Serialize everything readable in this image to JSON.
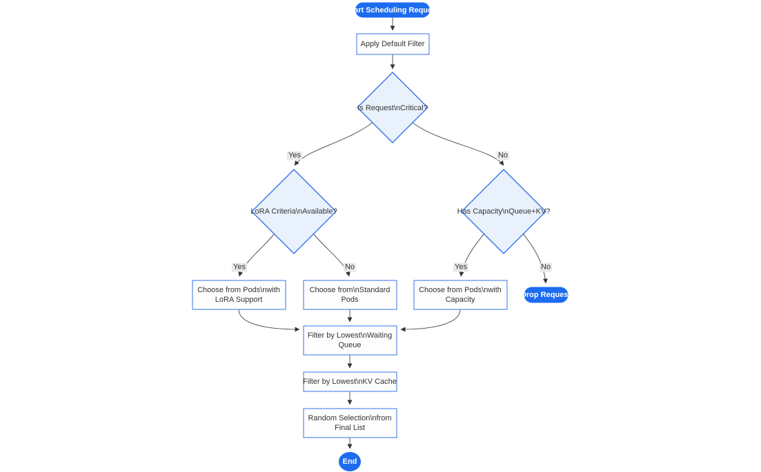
{
  "diagram": {
    "type": "flowchart",
    "nodes": {
      "start": {
        "label": "Start Scheduling Request",
        "shape": "pill"
      },
      "apply_default_filter": {
        "label": "Apply Default Filter",
        "shape": "rect"
      },
      "is_request_critical": {
        "label": "Is Request\\nCritical?",
        "shape": "diamond"
      },
      "lora_criteria_available": {
        "label": "LoRA Criteria\\nAvailable?",
        "shape": "diamond"
      },
      "has_capacity_queue_kv": {
        "label": "Has Capacity\\nQueue+KV?",
        "shape": "diamond"
      },
      "choose_pods_lora": {
        "label": "Choose from Pods\\nwith LoRA Support",
        "shape": "rect",
        "lines": [
          "Choose from Pods\\nwith",
          "LoRA Support"
        ]
      },
      "choose_standard_pods": {
        "label": "Choose from\\nStandard Pods",
        "shape": "rect",
        "lines": [
          "Choose from\\nStandard",
          "Pods"
        ]
      },
      "choose_pods_capacity": {
        "label": "Choose from Pods\\nwith Capacity",
        "shape": "rect",
        "lines": [
          "Choose from Pods\\nwith",
          "Capacity"
        ]
      },
      "drop_request": {
        "label": "Drop Request",
        "shape": "pill"
      },
      "filter_waiting_queue": {
        "label": "Filter by Lowest\\nWaiting Queue",
        "shape": "rect",
        "lines": [
          "Filter by Lowest\\nWaiting",
          "Queue"
        ]
      },
      "filter_kv_cache": {
        "label": "Filter by Lowest\\nKV Cache",
        "shape": "rect"
      },
      "random_selection": {
        "label": "Random Selection\\nfrom Final List",
        "shape": "rect",
        "lines": [
          "Random Selection\\nfrom",
          "Final List"
        ]
      },
      "end": {
        "label": "End",
        "shape": "circle"
      }
    },
    "edge_labels": {
      "critical_yes": "Yes",
      "critical_no": "No",
      "lora_yes": "Yes",
      "lora_no": "No",
      "capacity_yes": "Yes",
      "capacity_no": "No"
    },
    "edges": [
      {
        "from": "start",
        "to": "apply_default_filter"
      },
      {
        "from": "apply_default_filter",
        "to": "is_request_critical"
      },
      {
        "from": "is_request_critical",
        "to": "lora_criteria_available",
        "label": "Yes"
      },
      {
        "from": "is_request_critical",
        "to": "has_capacity_queue_kv",
        "label": "No"
      },
      {
        "from": "lora_criteria_available",
        "to": "choose_pods_lora",
        "label": "Yes"
      },
      {
        "from": "lora_criteria_available",
        "to": "choose_standard_pods",
        "label": "No"
      },
      {
        "from": "has_capacity_queue_kv",
        "to": "choose_pods_capacity",
        "label": "Yes"
      },
      {
        "from": "has_capacity_queue_kv",
        "to": "drop_request",
        "label": "No"
      },
      {
        "from": "choose_pods_lora",
        "to": "filter_waiting_queue"
      },
      {
        "from": "choose_standard_pods",
        "to": "filter_waiting_queue"
      },
      {
        "from": "choose_pods_capacity",
        "to": "filter_waiting_queue"
      },
      {
        "from": "filter_waiting_queue",
        "to": "filter_kv_cache"
      },
      {
        "from": "filter_kv_cache",
        "to": "random_selection"
      },
      {
        "from": "random_selection",
        "to": "end"
      }
    ],
    "colors": {
      "accent_blue": "#1d6cf0",
      "node_border_blue": "#3572e8",
      "decision_fill": "#e9f2fc",
      "edge_line": "#555555",
      "edge_label_bg": "#e8e8e8",
      "node_text": "#333333"
    }
  }
}
